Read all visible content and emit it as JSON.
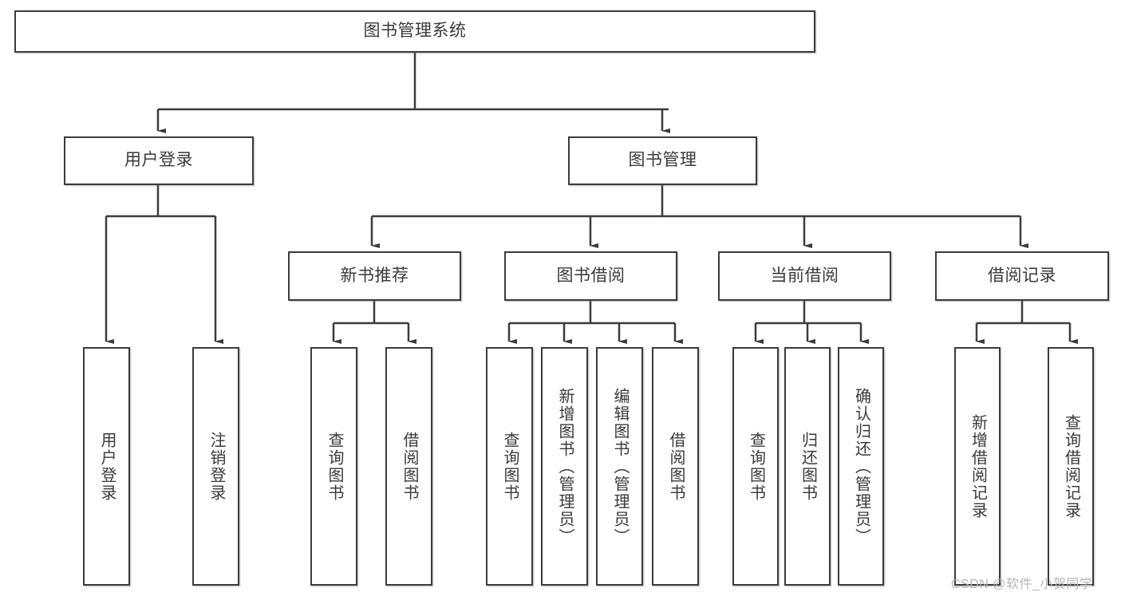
{
  "diagram": {
    "type": "tree-hierarchy",
    "title": "图书管理系统",
    "root": {
      "label": "图书管理系统"
    },
    "level2": [
      {
        "label": "用户登录"
      },
      {
        "label": "图书管理"
      }
    ],
    "level3": [
      {
        "label": "新书推荐"
      },
      {
        "label": "图书借阅"
      },
      {
        "label": "当前借阅"
      },
      {
        "label": "借阅记录"
      }
    ],
    "leaves": {
      "user_login": [
        {
          "label": "用户登录"
        },
        {
          "label": "注销登录"
        }
      ],
      "new_book_recommend": [
        {
          "label": "查询图书"
        },
        {
          "label": "借阅图书"
        }
      ],
      "book_borrow": [
        {
          "label": "查询图书"
        },
        {
          "label": "新增图书（管理员）"
        },
        {
          "label": "编辑图书（管理员）"
        },
        {
          "label": "借阅图书"
        }
      ],
      "current_borrow": [
        {
          "label": "查询图书"
        },
        {
          "label": "归还图书"
        },
        {
          "label": "确认归还（管理员）"
        }
      ],
      "borrow_record": [
        {
          "label": "新增借阅记录"
        },
        {
          "label": "查询借阅记录"
        }
      ]
    }
  },
  "watermark": {
    "text": "CSDN @软件_小贺同学"
  },
  "colors": {
    "stroke": "#3b3b3b",
    "text": "#3a3a3a",
    "background": "#ffffff",
    "watermark": "#b7b7b7"
  }
}
